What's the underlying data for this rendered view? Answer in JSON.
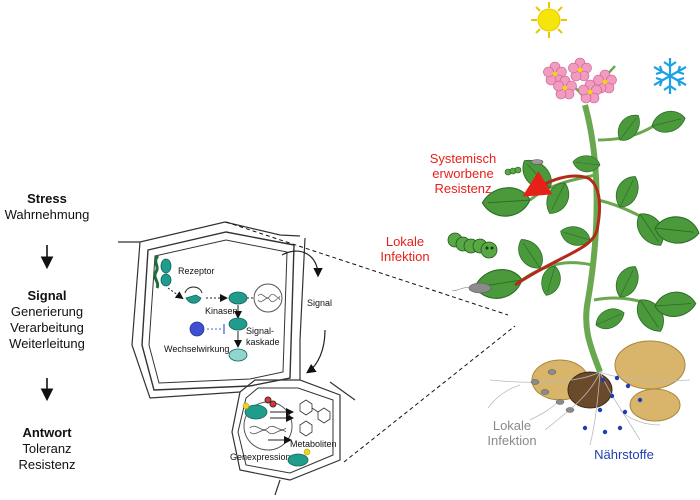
{
  "stages": {
    "stress": {
      "title": "Stress",
      "line1": "Wahrnehmung"
    },
    "signal": {
      "title": "Signal",
      "line1": "Generierung",
      "line2": "Verarbeitung",
      "line3": "Weiterleitung"
    },
    "antwort": {
      "title": "Antwort",
      "line1": "Toleranz",
      "line2": "Resistenz"
    }
  },
  "cell_labels": {
    "rezeptor": "Rezeptor",
    "kinasen": "Kinasen",
    "signalkaskade_1": "Signal-",
    "signalkaskade_2": "kaskade",
    "wechselwirkung": "Wechselwirkung",
    "signal": "Signal",
    "metaboliten": "Metaboliten",
    "genexpression": "Genexpression"
  },
  "plant_labels": {
    "systemisch_1": "Systemisch",
    "systemisch_2": "erworbene",
    "systemisch_3": "Resistenz",
    "lokale_infektion_1": "Lokale",
    "lokale_infektion_2": "Infektion",
    "lokale_infektion_root_1": "Lokale",
    "lokale_infektion_root_2": "Infektion",
    "naehrstoffe": "Nährstoffe"
  },
  "colors": {
    "black": "#111111",
    "red": "#e8201a",
    "gray": "#8a8a8a",
    "blue": "#1e3fae",
    "leaf": "#4a9a3c",
    "leaf_dark": "#2e6b28",
    "stem": "#6aa84f",
    "flower": "#f29bc1",
    "sun": "#f5e50a",
    "snowflake": "#1da1e6",
    "teal": "#1f9c8c",
    "tuber": "#d8b56a",
    "soil": "#6b4a2b"
  },
  "icons": [
    "sun-icon",
    "snowflake-icon",
    "caterpillar-icon",
    "fungus-icon",
    "dna-icon",
    "molecule-icon"
  ]
}
